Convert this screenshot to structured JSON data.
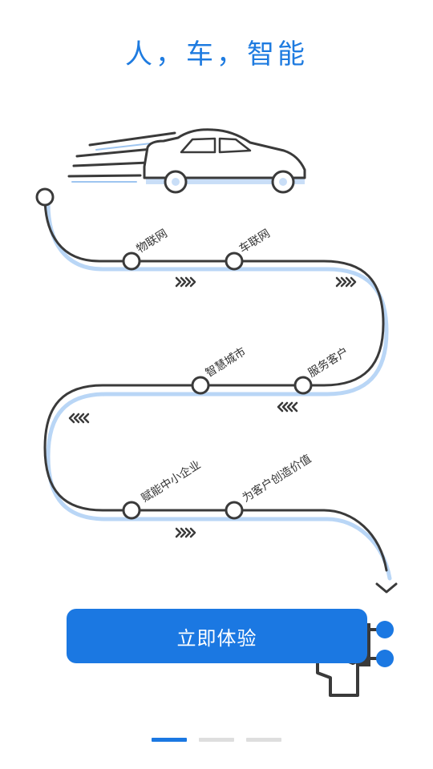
{
  "header": {
    "title": "人，车，智能"
  },
  "roadmap": {
    "stops": [
      {
        "label": "物联网"
      },
      {
        "label": "车联网"
      },
      {
        "label": "服务客户"
      },
      {
        "label": "智慧城市"
      },
      {
        "label": "赋能中小企业"
      },
      {
        "label": "为客户创造价值"
      }
    ]
  },
  "cta": {
    "label": "立即体验"
  },
  "pager": {
    "total": 3,
    "active": 1
  },
  "colors": {
    "accent": "#1b78e2",
    "title": "#1e7be0",
    "road_shadow": "#b9d6f6",
    "road": "#3a3a3a",
    "car_fill": "#c9def7"
  }
}
